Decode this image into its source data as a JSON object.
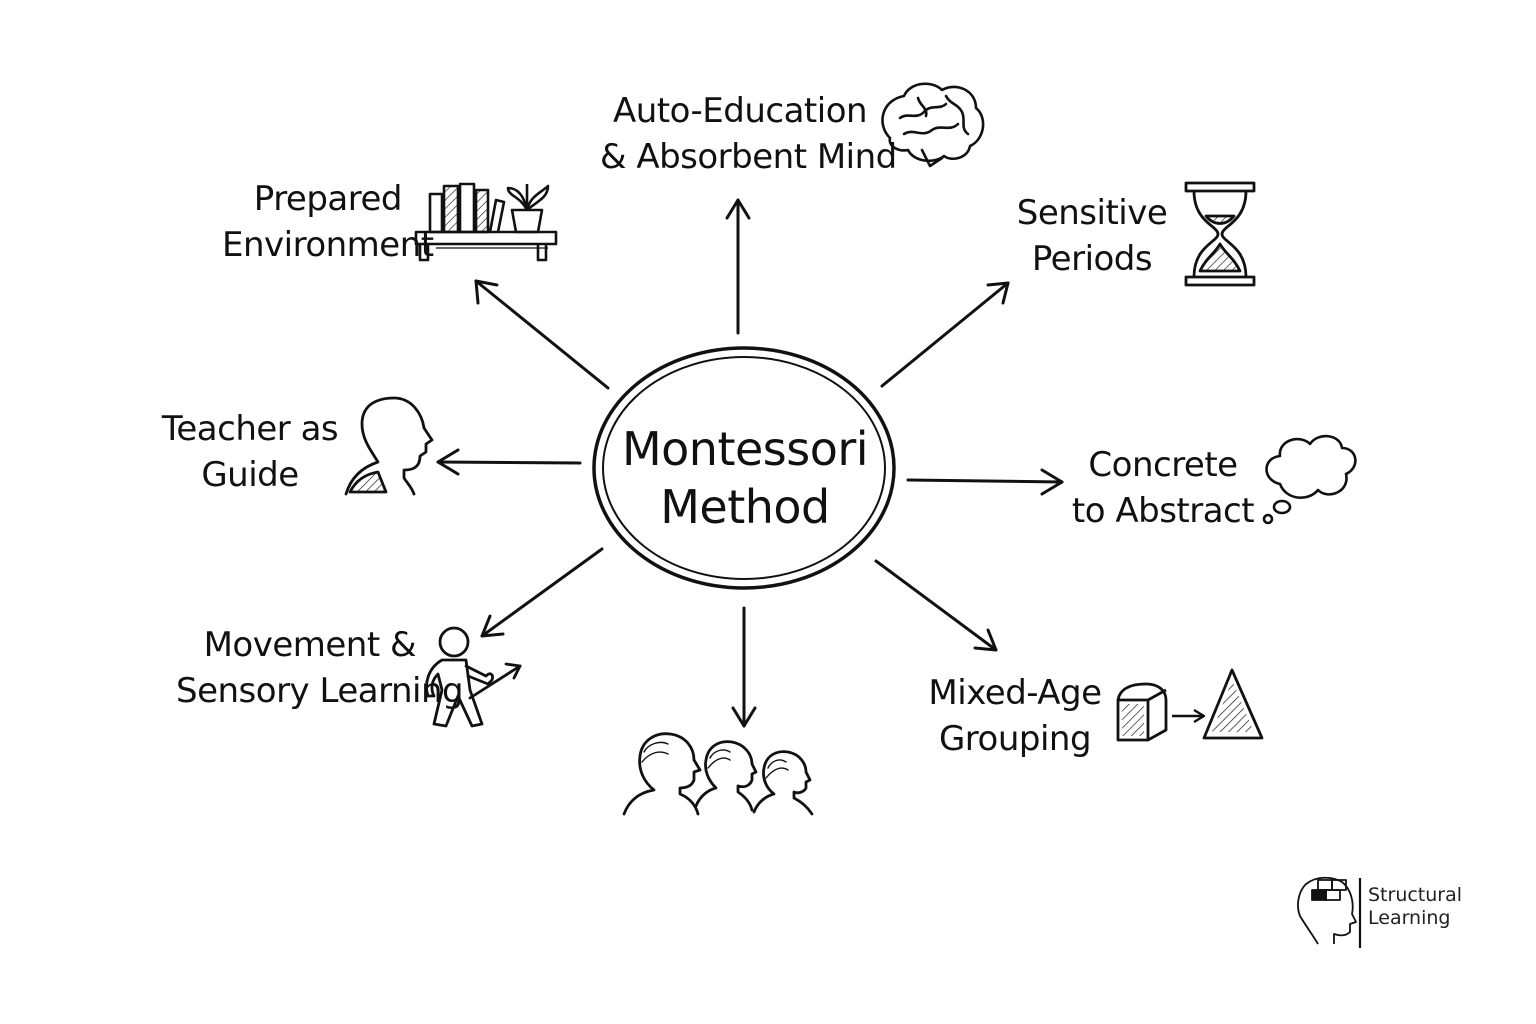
{
  "center": {
    "line1": "Montessori",
    "line2": "Method"
  },
  "nodes": {
    "auto_education": {
      "line1": "Auto-Education",
      "line2": "& Absorbent Mind",
      "icon": "brain-icon"
    },
    "prepared_environment": {
      "line1": "Prepared",
      "line2": "Environment",
      "icon": "bookshelf-icon"
    },
    "sensitive_periods": {
      "line1": "Sensitive",
      "line2": "Periods",
      "icon": "hourglass-icon"
    },
    "teacher_as_guide": {
      "line1": "Teacher as",
      "line2": "Guide",
      "icon": "person-head-icon"
    },
    "concrete_to_abstract": {
      "line1": "Concrete",
      "line2": "to Abstract",
      "icon": "thought-cloud-icon"
    },
    "movement_sensory": {
      "line1": "Movement &",
      "line2": "Sensory Learning",
      "icon": "walking-person-icon"
    },
    "mixed_age": {
      "line1": "Mixed-Age",
      "line2": "Grouping",
      "icon": "cube-to-pyramid-icon"
    },
    "community": {
      "icon": "group-of-people-icon"
    }
  },
  "brand": {
    "line1": "Structural",
    "line2": "Learning",
    "icon": "head-puzzle-logo-icon"
  },
  "colors": {
    "ink": "#111111",
    "background": "#ffffff"
  }
}
